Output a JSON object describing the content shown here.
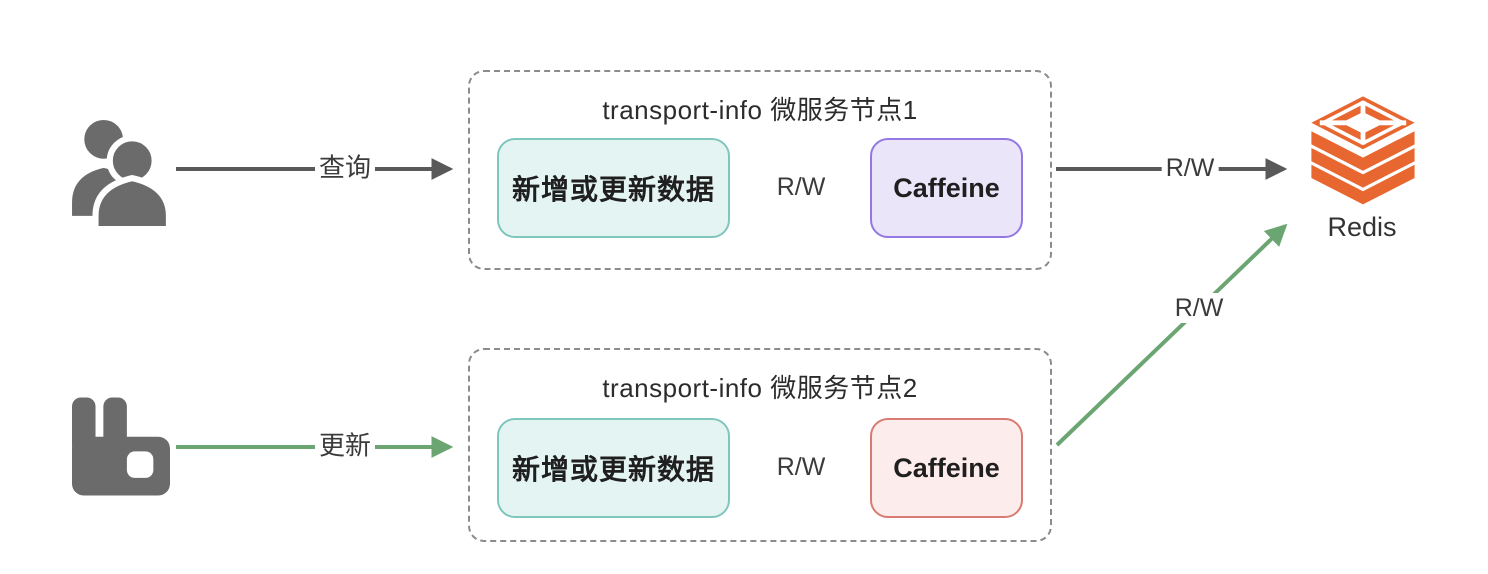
{
  "diagram": {
    "node1": {
      "title": "transport-info 微服务节点1",
      "data_box_label": "新增或更新数据",
      "cache_label": "Caffeine"
    },
    "node2": {
      "title": "transport-info 微服务节点2",
      "data_box_label": "新增或更新数据",
      "cache_label": "Caffeine"
    },
    "redis": {
      "label": "Redis"
    },
    "edges": {
      "users_to_node1": "查询",
      "rabbitmq_to_node2": "更新",
      "node1_internal": "R/W",
      "node2_internal": "R/W",
      "node1_to_redis": "R/W",
      "node2_to_redis": "R/W"
    },
    "icons": {
      "users": "users-icon",
      "rabbitmq": "rabbitmq-icon",
      "redis": "redis-logo-icon"
    },
    "colors": {
      "arrow_gray": "#595959",
      "arrow_green": "#6BA572",
      "teal_bg": "#E4F4F2",
      "teal_border": "#7FC6BE",
      "purple_bg": "#EBE5F9",
      "purple_border": "#9377E3",
      "red_bg": "#FCEDEC",
      "red_border": "#D97B72",
      "redis_orange": "#E8662F",
      "icon_gray": "#6B6B6B",
      "container_border": "#8C8C8C"
    }
  }
}
